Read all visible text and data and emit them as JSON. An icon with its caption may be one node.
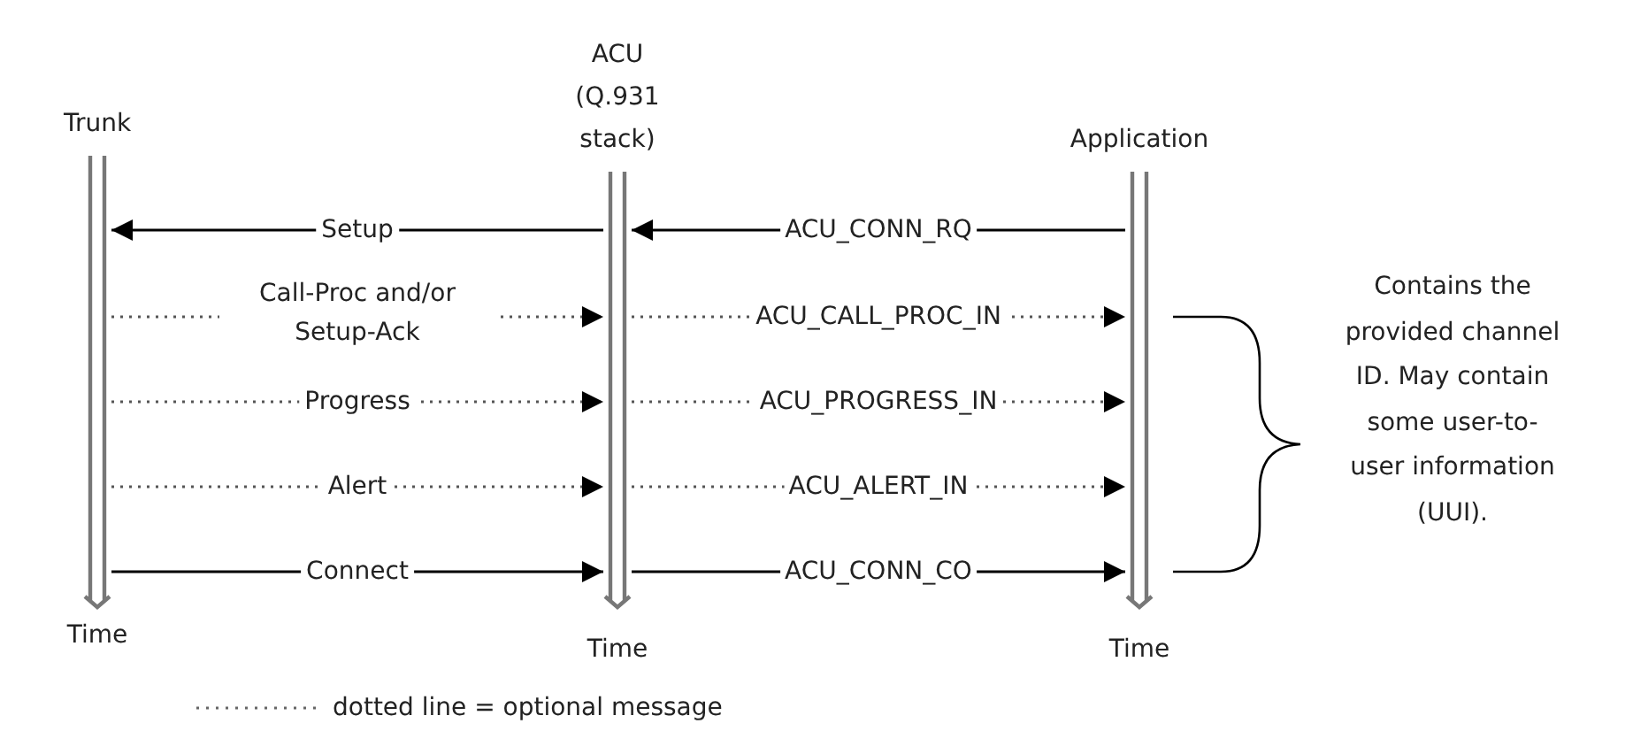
{
  "diagram": {
    "nodes": [
      {
        "text": [
          "Trunk"
        ],
        "beside": [
          "Time"
        ]
      },
      {
        "text": [
          "ACU (Q.931 stack)"
        ],
        "beside": [
          "Time"
        ]
      },
      {
        "text": [
          "Application"
        ],
        "beside": [
          "Time"
        ]
      }
    ],
    "edges": [
      {
        "from": 1,
        "to": 0,
        "arrow": "to",
        "label": "Setup"
      },
      {
        "from": 2,
        "to": 1,
        "arrow": "to",
        "label": "ACU_CONN_RQ"
      },
      {
        "from": 0,
        "to": 1,
        "arrow": "to",
        "label": "Call-Proc and/or Setup-Ack",
        "style": "dashed"
      },
      {
        "from": 1,
        "to": 2,
        "arrow": "to",
        "label": "ACU_CALL_PROC_IN",
        "style": "dashed"
      },
      {
        "from": 0,
        "to": 1,
        "arrow": "to",
        "label": "Progress",
        "style": "dashed"
      },
      {
        "from": 1,
        "to": 2,
        "arrow": "to",
        "label": "ACU_PROGRESS_IN",
        "style": "dashed"
      },
      {
        "from": 0,
        "to": 1,
        "arrow": "to",
        "label": "Alert",
        "style": "dashed"
      },
      {
        "from": 1,
        "to": 2,
        "arrow": "to",
        "label": "ACU_ALERT_IN",
        "style": "dashed"
      },
      {
        "from": 0,
        "to": 1,
        "arrow": "to",
        "label": "Connect"
      },
      {
        "from": 1,
        "to": 2,
        "arrow": "to",
        "label": "ACU_CONN_CO"
      }
    ],
    "labels": [
      "Contains the provided channel ID. May contain some user-to-user information (UUI)."
    ],
    "legend": [
      {
        "text": "dotted line = optional message"
      }
    ]
  }
}
